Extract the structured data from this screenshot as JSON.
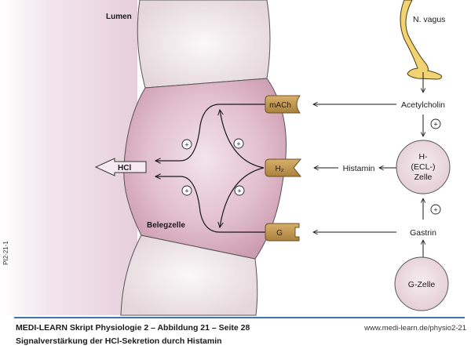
{
  "labels": {
    "lumen": "Lumen",
    "parietal_cell": "Belegzelle",
    "hcl": "HCl",
    "n_vagus": "N. vagus",
    "acetylcholin": "Acetylcholin",
    "histamin": "Histamin",
    "gastrin": "Gastrin",
    "ecl_cell": [
      "H-",
      "(ECL-)",
      "Zelle"
    ],
    "g_cell": "G-Zelle",
    "plus": "+"
  },
  "receptors": [
    {
      "id": "mach",
      "label": "mACh"
    },
    {
      "id": "h2",
      "label": "H₂"
    },
    {
      "id": "g",
      "label": "G"
    }
  ],
  "footer": {
    "title": "MEDI-LEARN Skript Physiologie 2 – Abbildung 21 – Seite 28",
    "subtitle": "Signalverstärkung der HCl-Sekretion durch Histamin",
    "url": "www.medi-learn.de/physio2-21",
    "figure_id": "PI2-21-1"
  },
  "colors": {
    "lumen_bg": "#ecd8e3",
    "parietal_cell": "#dbb0c3",
    "neighbor_cell": "#eee4e7",
    "receptor": "#c49a52",
    "nerve": "#f2d371",
    "endocrine_cell": "#eedde3",
    "footer_rule": "#3f74b0"
  }
}
